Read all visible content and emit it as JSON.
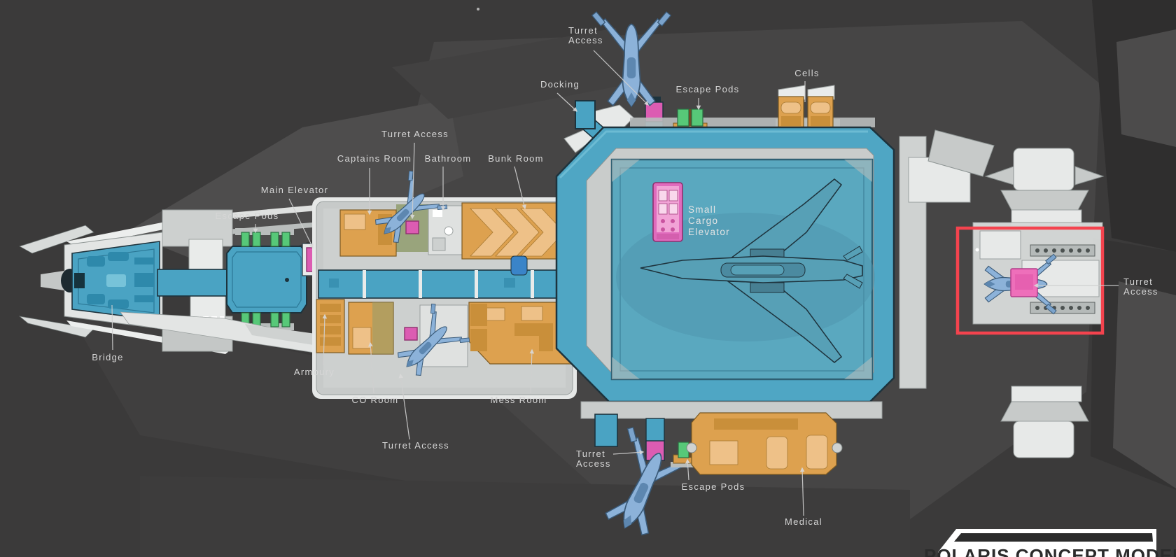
{
  "labels": {
    "turret_access_top": {
      "line1": "Turret",
      "line2": "Access"
    },
    "docking": "Docking",
    "escape_pods_top": "Escape Pods",
    "cells": "Cells",
    "turret_access_upper": "Turret Access",
    "captains_room": "Captains Room",
    "bathroom": "Bathroom",
    "bunk_room": "Bunk Room",
    "main_elevator": "Main Elevator",
    "escape_pods_left": "Escape Pods",
    "small_cargo_elevator": {
      "line1": "Small",
      "line2": "Cargo",
      "line3": "Elevator"
    },
    "bridge": "Bridge",
    "armoury": "Armoury",
    "co_room": "CO Room",
    "mess_room": "Mess Room",
    "turret_access_lower": "Turret Access",
    "turret_access_bottom": {
      "line1": "Turret",
      "line2": "Access"
    },
    "escape_pods_bottom": "Escape Pods",
    "medical": "Medical",
    "turret_access_right": {
      "line1": "Turret",
      "line2": "Access"
    }
  },
  "banner": {
    "title": "POLARIS CONCEPT MODEL"
  },
  "colors": {
    "background": "#3b3a3a",
    "ship_silhouette": "#4a4949",
    "deck_teal": "#4aa3c3",
    "hangar_floor_teal": "#5aa8bf",
    "room_orange": "#dda14f",
    "access_pink": "#dc5cb2",
    "cargo_elevator_pink": "#ee85c9",
    "escape_pod_green": "#57c878",
    "turret_ship_blue": "#8cb2d9",
    "hull_gray": "#c7cac9",
    "highlight_red": "#f4434e",
    "label_text": "#d6d6d6",
    "banner_white": "#ffffff"
  }
}
